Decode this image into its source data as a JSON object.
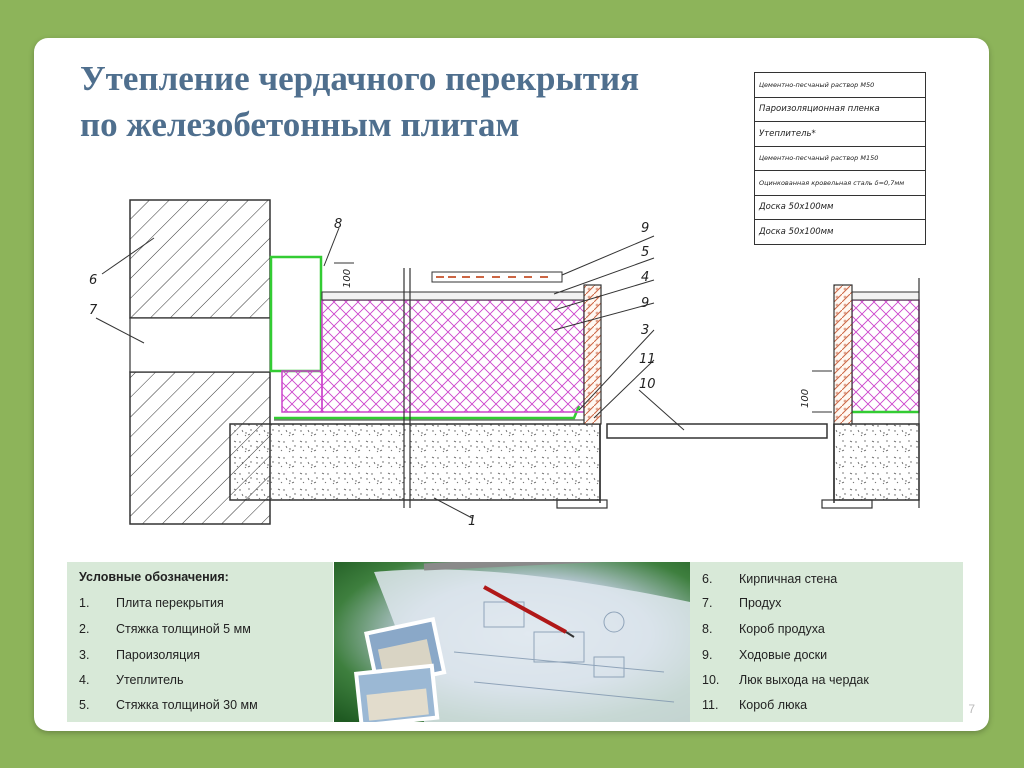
{
  "slide": {
    "title_line1": "Утепление чердачного перекрытия",
    "title_line2": "по железобетонным плитам",
    "page_number": "7"
  },
  "spec_table": [
    "Цементно-песчаный раствор М50",
    "Пароизоляционная пленка",
    "Утеплитель*",
    "Цементно-песчаный раствор М150",
    "Оцинкованная кровельная сталь δ=0,7мм",
    "Доска 50х100мм",
    "Доска 50х100мм"
  ],
  "diagram_labels": {
    "l1": "1",
    "l3": "3",
    "l4": "4",
    "l5": "5",
    "l6": "6",
    "l7": "7",
    "l8": "8",
    "l9a": "9",
    "l9b": "9",
    "l10": "10",
    "l11": "11",
    "dim_100_left": "100",
    "dim_100_right": "100"
  },
  "legend": {
    "heading": "Условные обозначения:",
    "left_items": [
      {
        "num": "1.",
        "text": "Плита перекрытия"
      },
      {
        "num": "2.",
        "text": "Стяжка толщиной 5 мм"
      },
      {
        "num": "3.",
        "text": "Пароизоляция"
      },
      {
        "num": "4.",
        "text": "Утеплитель"
      },
      {
        "num": "5.",
        "text": "Стяжка толщиной 30 мм"
      }
    ],
    "right_items": [
      {
        "num": "6.",
        "text": "Кирпичная стена"
      },
      {
        "num": "7.",
        "text": "Продух"
      },
      {
        "num": "8.",
        "text": "Короб продуха"
      },
      {
        "num": "9.",
        "text": "Ходовые доски"
      },
      {
        "num": "10.",
        "text": "Люк выхода на чердак"
      },
      {
        "num": "11.",
        "text": "Короб люка"
      }
    ]
  },
  "colors": {
    "background": "#8db45a",
    "title": "#4f6f8e",
    "legend_bg": "#d8e9d8",
    "insulation": "#cc44cc",
    "vapor_barrier": "#33cc33",
    "brick": "#cc6644"
  }
}
